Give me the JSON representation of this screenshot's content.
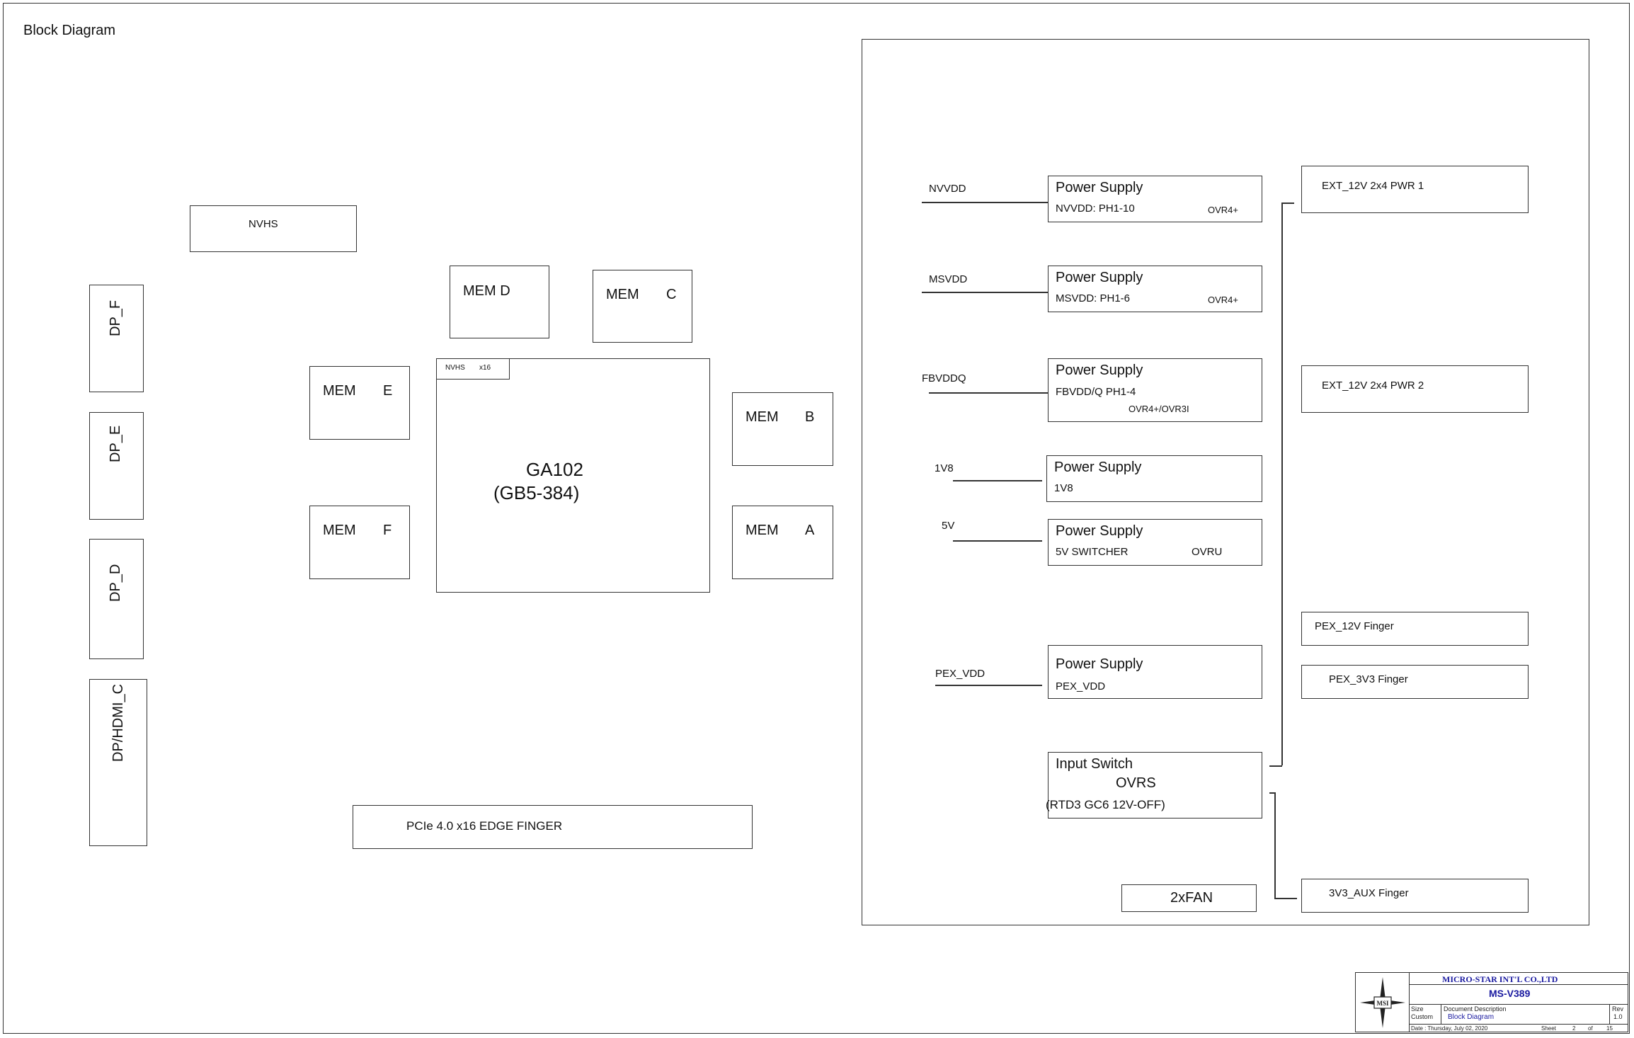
{
  "title": "Block Diagram",
  "nvhs_block": "NVHS",
  "display_ports": [
    "DP_F",
    "DP_E",
    "DP_D",
    "DP/HDMI_C"
  ],
  "memory": {
    "mem_d": "MEM D",
    "mem_c": {
      "name": "MEM",
      "letter": "C"
    },
    "mem_e": {
      "name": "MEM",
      "letter": "E"
    },
    "mem_f": {
      "name": "MEM",
      "letter": "F"
    },
    "mem_b": {
      "name": "MEM",
      "letter": "B"
    },
    "mem_a": {
      "name": "MEM",
      "letter": "A"
    }
  },
  "gpu": {
    "tab_left": "NVHS",
    "tab_right": "x16",
    "name": "GA102",
    "sub": "(GB5-384)"
  },
  "pcie": "PCIe 4.0 x16 EDGE FINGER",
  "rails": [
    {
      "net": "NVVDD",
      "title": "Power Supply",
      "detail": "NVVDD: PH1-10",
      "tag": "OVR4+"
    },
    {
      "net": "MSVDD",
      "title": "Power Supply",
      "detail": "MSVDD: PH1-6",
      "tag": "OVR4+"
    },
    {
      "net": "FBVDDQ",
      "title": "Power Supply",
      "detail": "FBVDD/Q PH1-4",
      "tag": "OVR4+/OVR3I"
    },
    {
      "net": "1V8",
      "title": "Power Supply",
      "detail": "1V8",
      "tag": ""
    },
    {
      "net": "5V",
      "title": "Power Supply",
      "detail": "5V  SWITCHER",
      "tag": "OVRU"
    },
    {
      "net": "PEX_VDD",
      "title": "Power Supply",
      "detail": "PEX_VDD",
      "tag": ""
    }
  ],
  "input_switch": {
    "title": "Input Switch",
    "chip": "OVRS",
    "note": "(RTD3  GC6  12V-OFF)"
  },
  "inputs": [
    "EXT_12V 2x4 PWR 1",
    "EXT_12V 2x4 PWR 2",
    "PEX_12V  Finger",
    "PEX_3V3  Finger",
    "3V3_AUX  Finger"
  ],
  "fan": "2xFAN",
  "title_block": {
    "company": "MICRO-STAR INT'L CO.,LTD",
    "model": "MS-V389",
    "logo": "MSI",
    "size_label": "Size",
    "size_value": "Custom",
    "doc_label": "Document  Description",
    "doc_value": "Block Diagram",
    "rev_label": "Rev",
    "rev_value": "1.0",
    "date": "Date :  Thursday, July 02, 2020",
    "sheet_label": "Sheet",
    "sheet_num": "2",
    "of_label": "of",
    "sheet_total": "15"
  },
  "colors": {
    "line": "#333333",
    "title_block_text": "#1a1aa0"
  }
}
